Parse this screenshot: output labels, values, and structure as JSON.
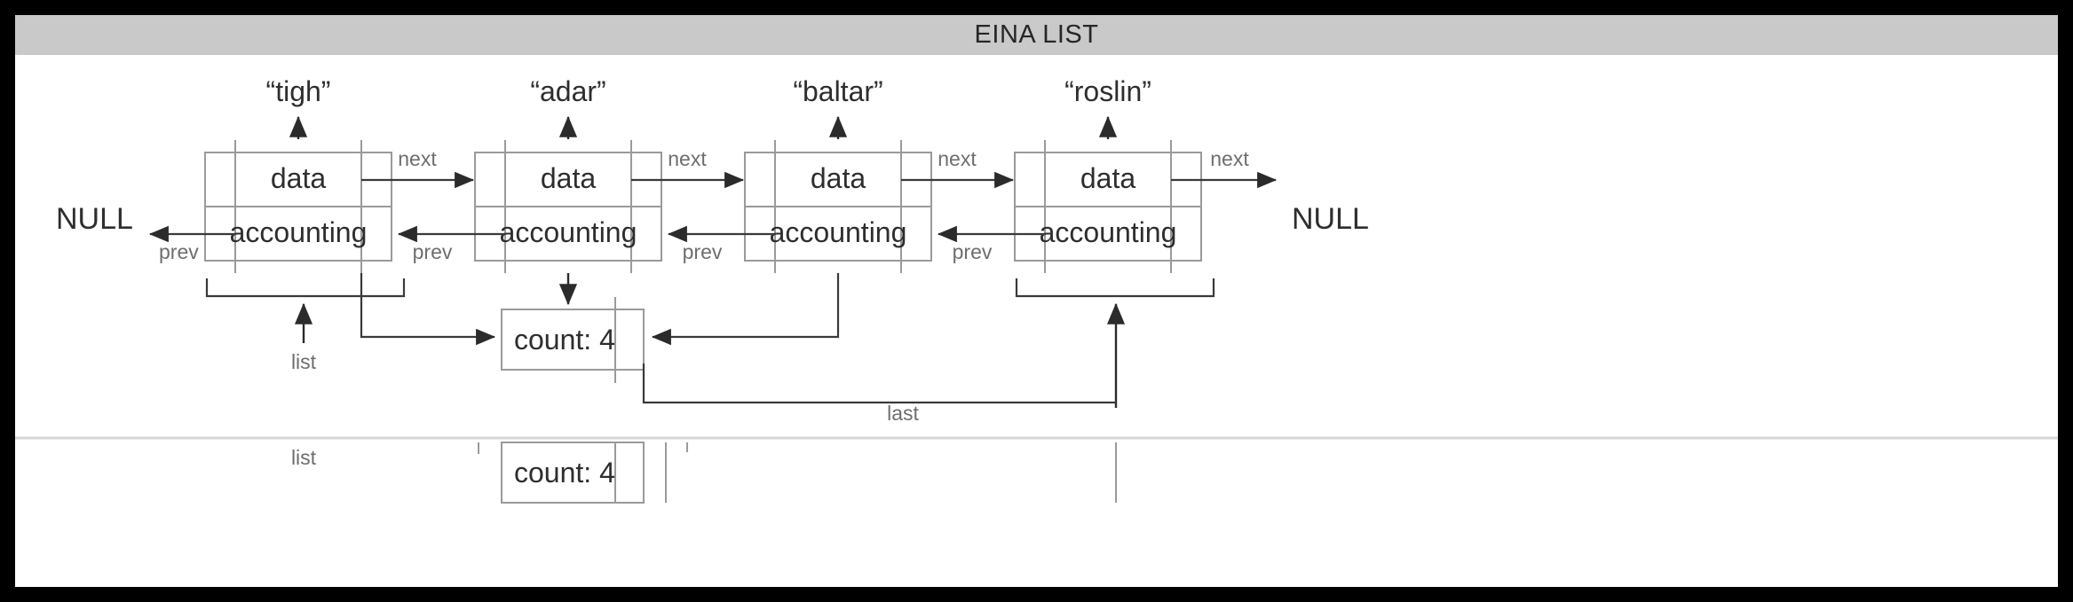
{
  "window": {
    "title": "EINA LIST"
  },
  "colors": {
    "titlebar_bg": "#c9c9c9",
    "canvas_bg": "#ffffff",
    "page_bg": "#000000",
    "box_stroke": "#9a9a9a",
    "line": "#3a3a3a",
    "label_gray": "#6e6e6e",
    "text": "#2e2e2e"
  },
  "diagram": {
    "type": "doubly-linked-list",
    "terminators": {
      "left": "NULL",
      "right": "NULL"
    },
    "node_row_labels": {
      "data": "data",
      "accounting": "accounting"
    },
    "pointer_labels": {
      "next": "next",
      "prev": "prev",
      "list": "list",
      "last": "last"
    },
    "nodes": [
      {
        "name": "“tigh”",
        "data": "data",
        "accounting": "accounting",
        "next": "next",
        "prev": "prev"
      },
      {
        "name": "“adar”",
        "data": "data",
        "accounting": "accounting",
        "next": "next",
        "prev": "prev"
      },
      {
        "name": "“baltar”",
        "data": "data",
        "accounting": "accounting",
        "next": "next",
        "prev": "prev"
      },
      {
        "name": "“roslin”",
        "data": "data",
        "accounting": "accounting",
        "next": "next",
        "prev": "prev"
      }
    ],
    "header_block": {
      "count_label": "count: 4",
      "count_value": 4
    },
    "clipped_repeat": {
      "list": "list",
      "count_label": "count: 4"
    }
  }
}
